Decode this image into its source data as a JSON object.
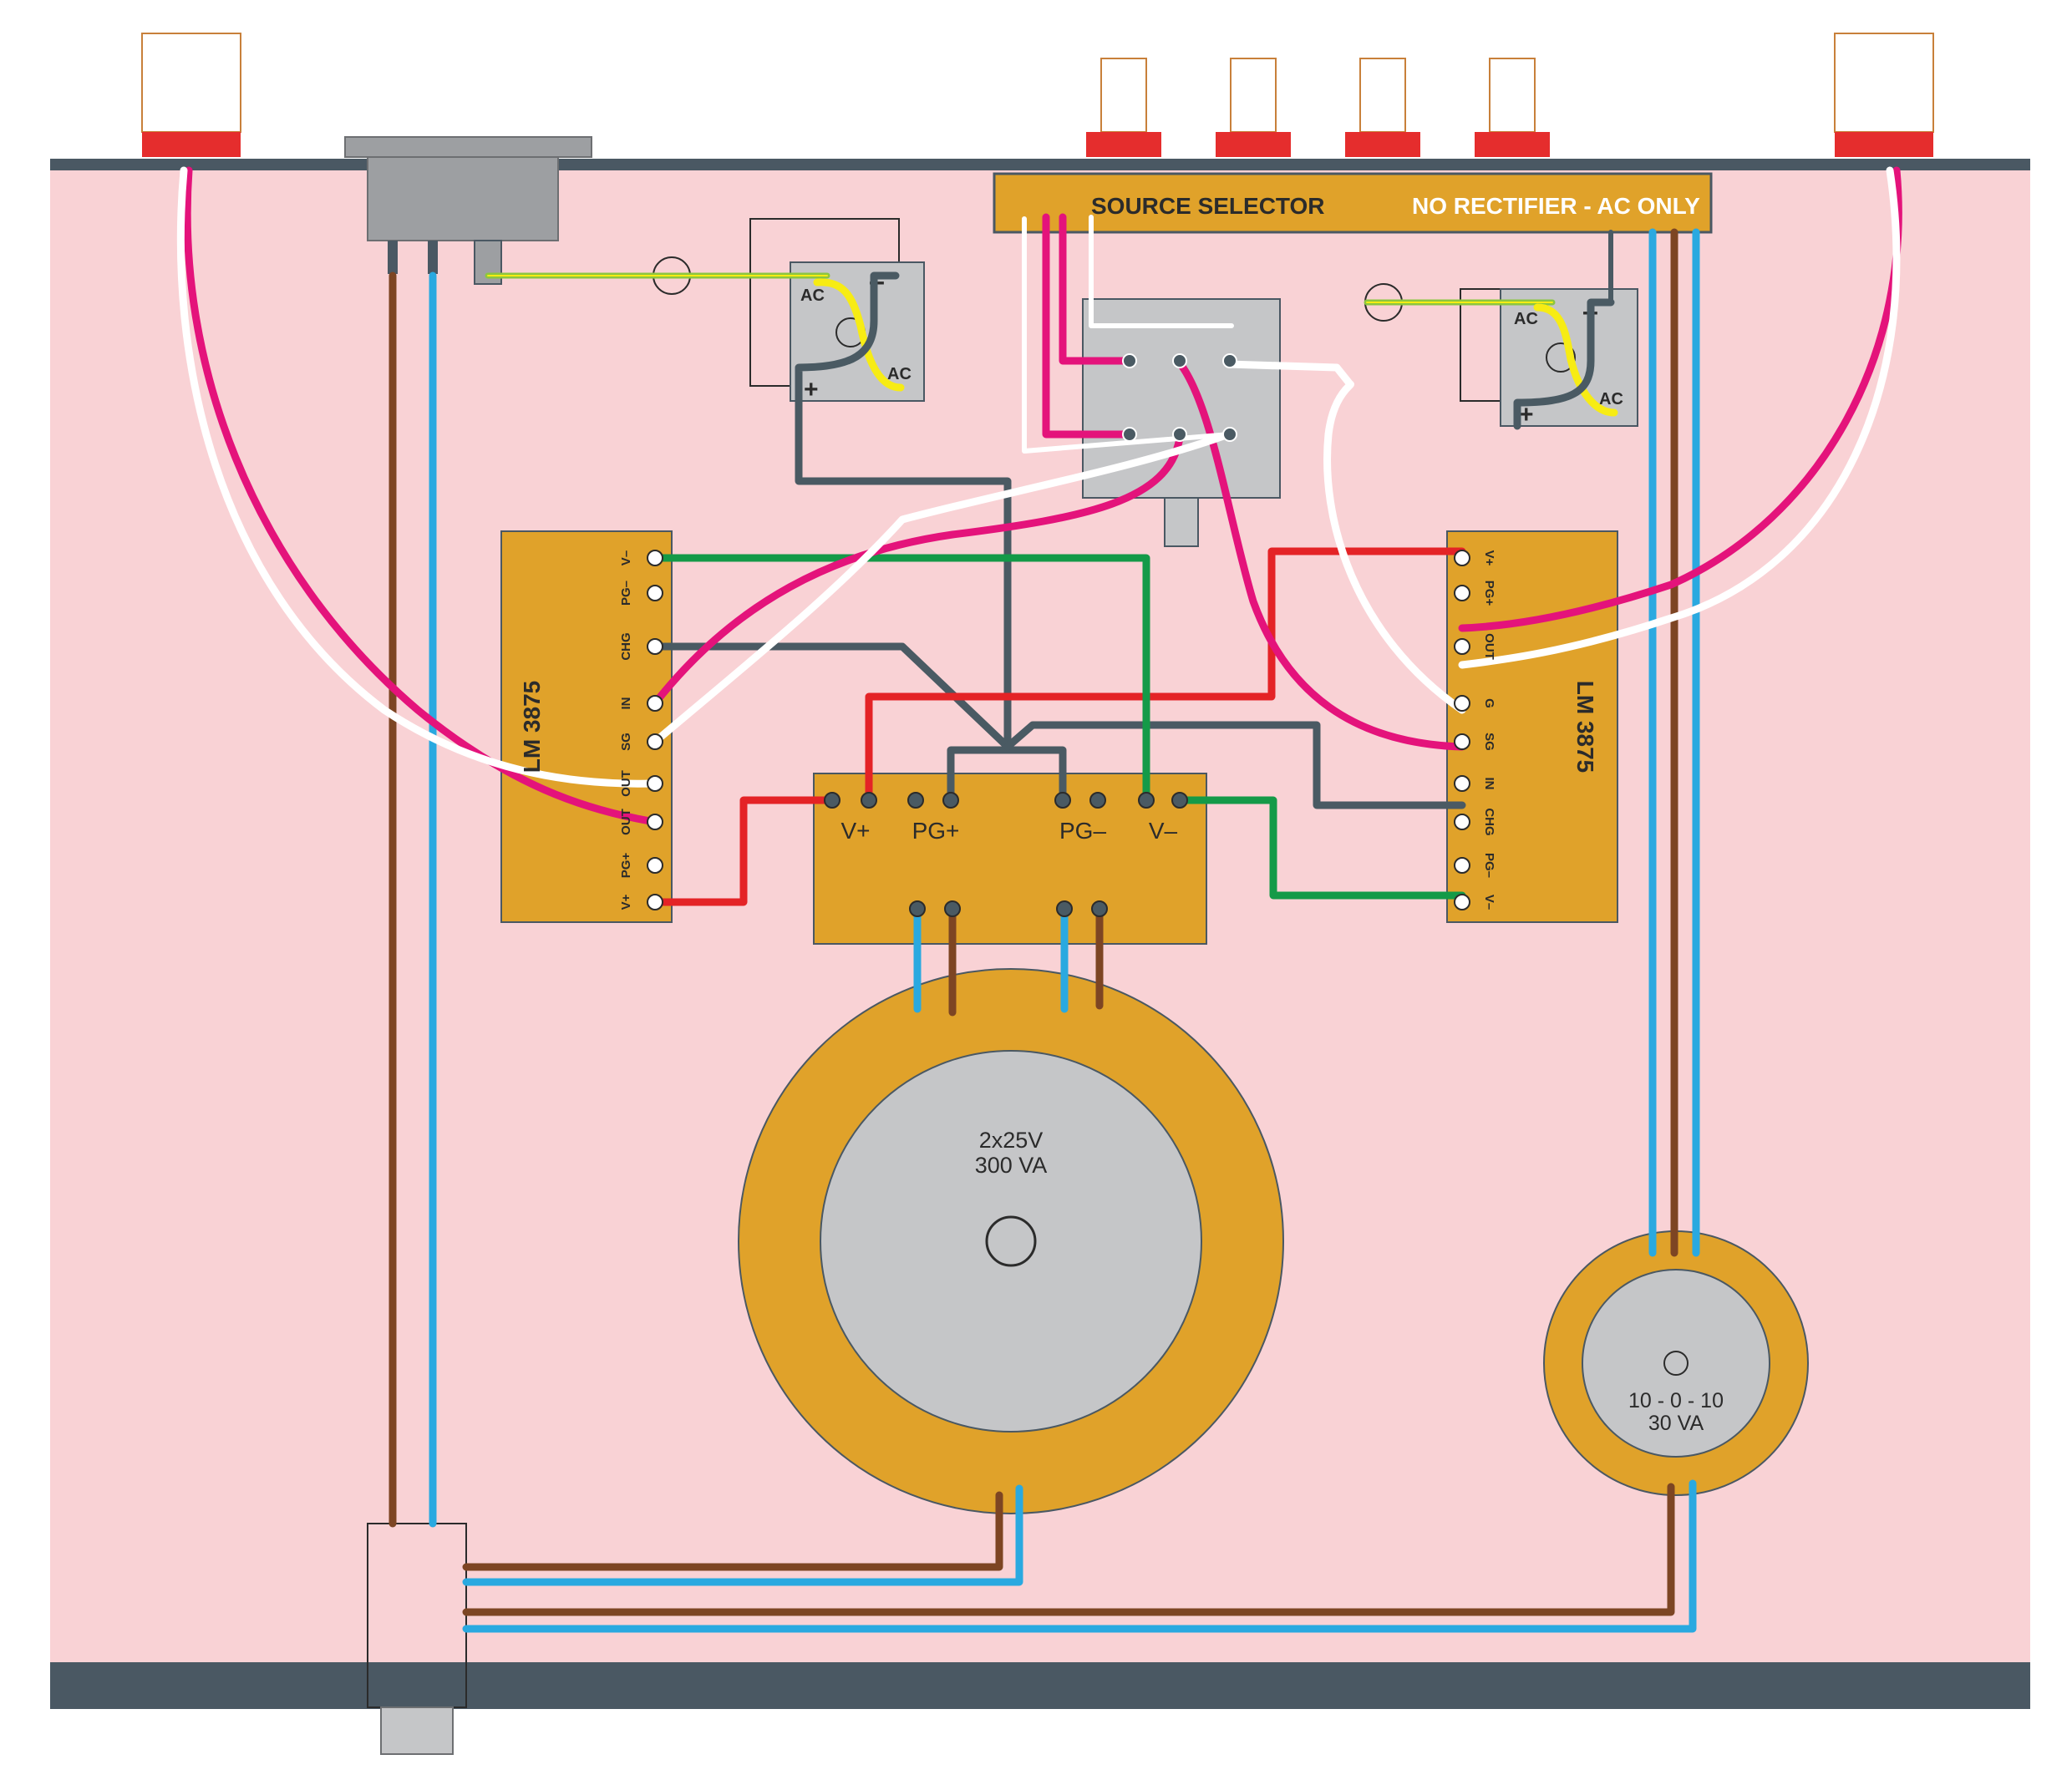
{
  "colors": {
    "chassis": "#f9d2d5",
    "chassis_edge": "#4a5863",
    "board": "#e0a22a",
    "module_grey": "#c5c6c8",
    "jack_red": "#e52d2d",
    "wire_red": "#e42326",
    "wire_green": "#149a48",
    "wire_grey": "#4a5a63",
    "wire_magenta": "#e4137b",
    "wire_white": "#ffffff",
    "wire_brown": "#7d4523",
    "wire_blue": "#2aa9e0",
    "wire_yellow": "#f7ec14",
    "earth_green_yellow": "#8cc63f"
  },
  "source_selector": {
    "title": "SOURCE SELECTOR",
    "note": "NO RECTIFIER - AC ONLY"
  },
  "bridge_left": {
    "ac_top": "AC",
    "ac_bottom": "AC",
    "minus": "–",
    "plus": "+"
  },
  "bridge_right": {
    "ac_top": "AC",
    "ac_bottom": "AC",
    "minus": "–",
    "plus": "+"
  },
  "amp_left": {
    "title": "LM 3875",
    "pins": [
      "V–",
      "PG–",
      "CHG",
      "IN",
      "SG",
      "OUT",
      "OUT",
      "PG+",
      "V+"
    ]
  },
  "amp_right": {
    "title": "LM 3875",
    "pins": [
      "V+",
      "PG+",
      "OUT",
      "G",
      "SG",
      "IN",
      "CHG",
      "PG–",
      "V–"
    ]
  },
  "power_supply": {
    "labels": [
      "V+",
      "PG+",
      "PG–",
      "V–"
    ]
  },
  "main_transformer": {
    "line1": "2x25V",
    "line2": "300 VA"
  },
  "aux_transformer": {
    "line1": "10 - 0 - 10",
    "line2": "30 VA"
  }
}
